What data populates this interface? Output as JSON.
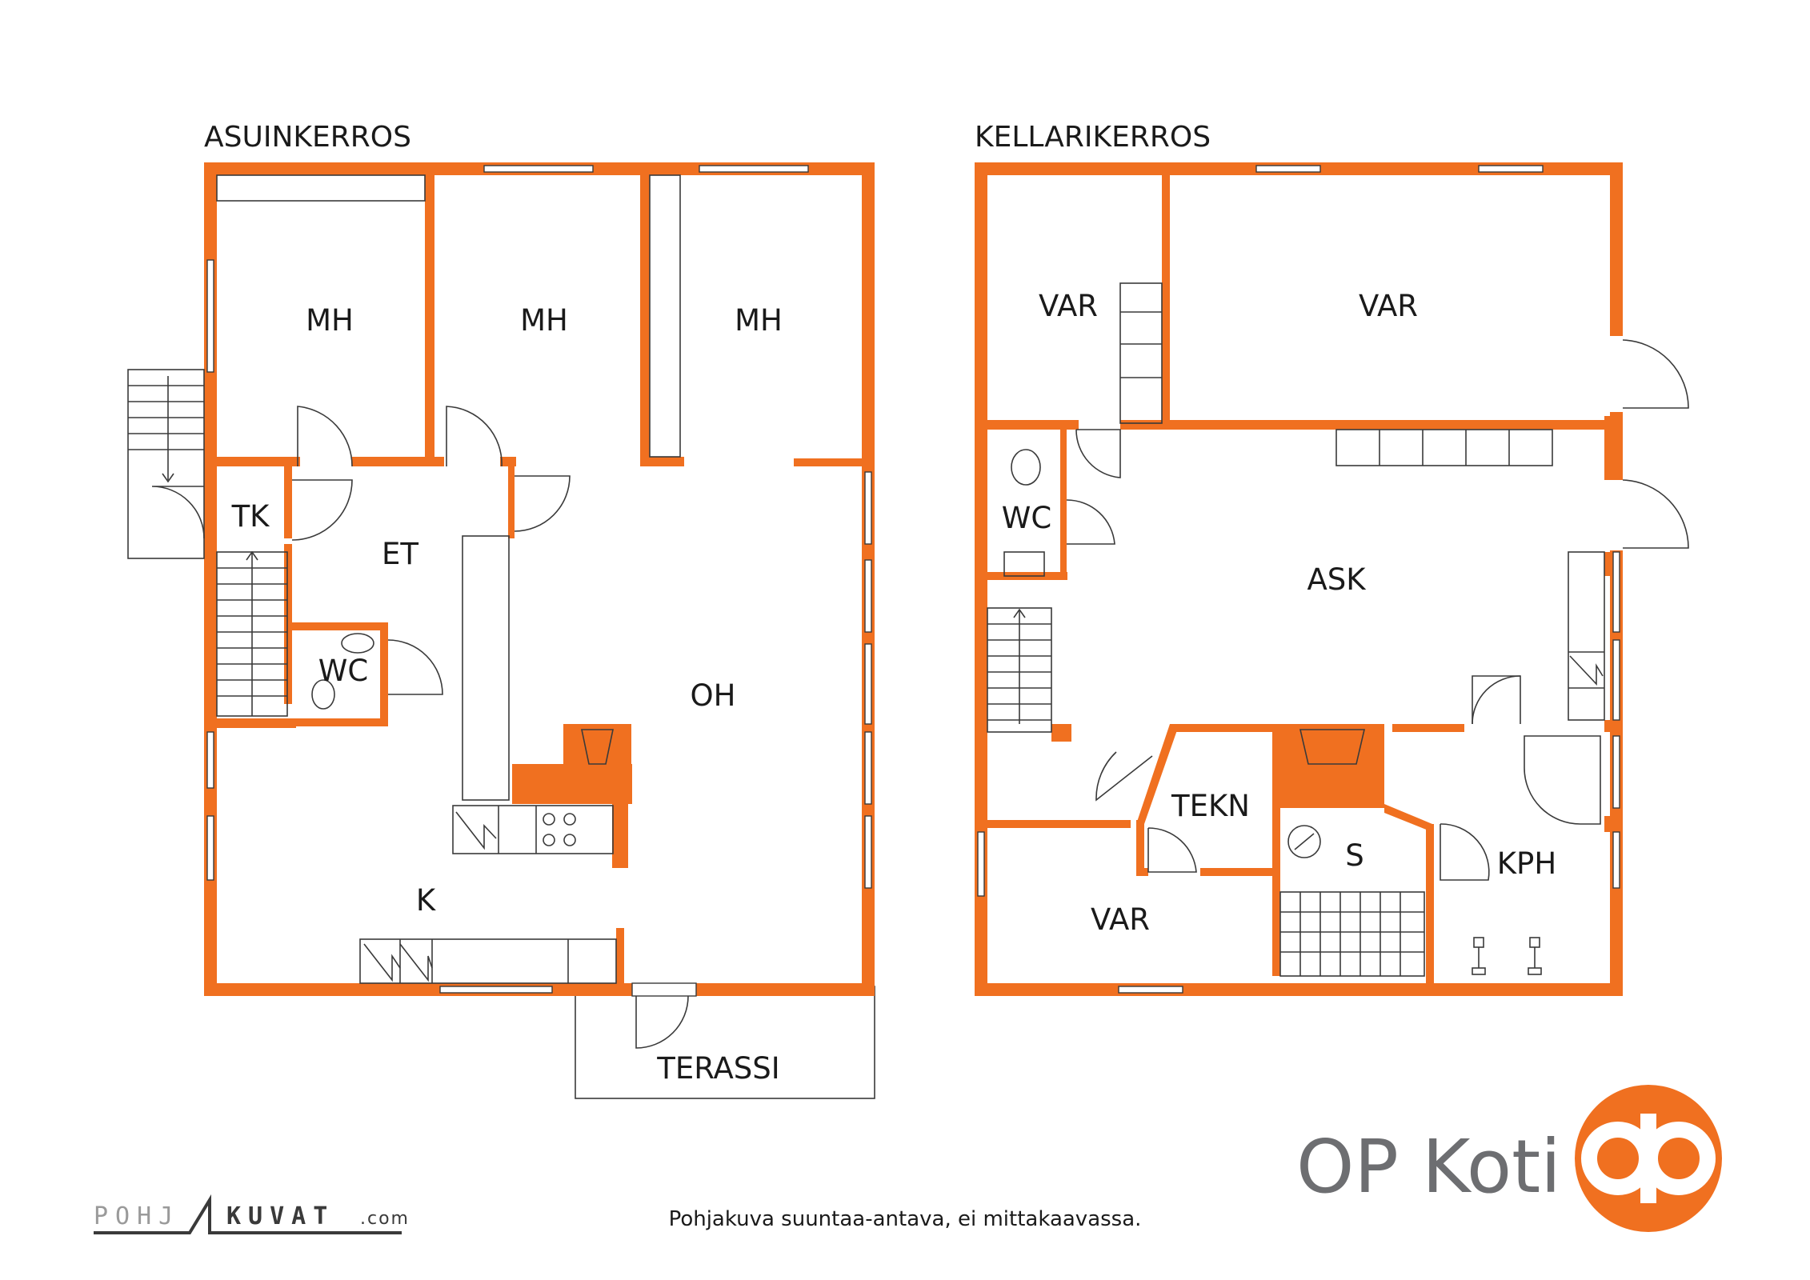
{
  "floors": {
    "main": {
      "title": "ASUINKERROS",
      "rooms": {
        "mh1": "MH",
        "mh2": "MH",
        "mh3": "MH",
        "tk": "TK",
        "et": "ET",
        "wc": "WC",
        "oh": "OH",
        "k": "K",
        "terassi": "TERASSI"
      }
    },
    "basement": {
      "title": "KELLARIKERROS",
      "rooms": {
        "var1": "VAR",
        "var2": "VAR",
        "wc": "WC",
        "ask": "ASK",
        "tekn": "TEKN",
        "s": "S",
        "kph": "KPH",
        "var3": "VAR"
      }
    }
  },
  "brand": {
    "name": "OP Koti",
    "logo_color": "#f07020",
    "logo_icon": "op-logo-icon"
  },
  "footer": {
    "disclaimer": "Pohjakuva suuntaa-antava, ei mittakaavassa.",
    "pohjakuvat_left": "POHJ",
    "pohjakuvat_right": "KUVAT",
    "pohjakuvat_tld": ".com"
  },
  "colors": {
    "wall": "#f07020",
    "line": "#3a3a3a",
    "text": "#1a1a1a",
    "brand_grey": "#6d6e71"
  }
}
